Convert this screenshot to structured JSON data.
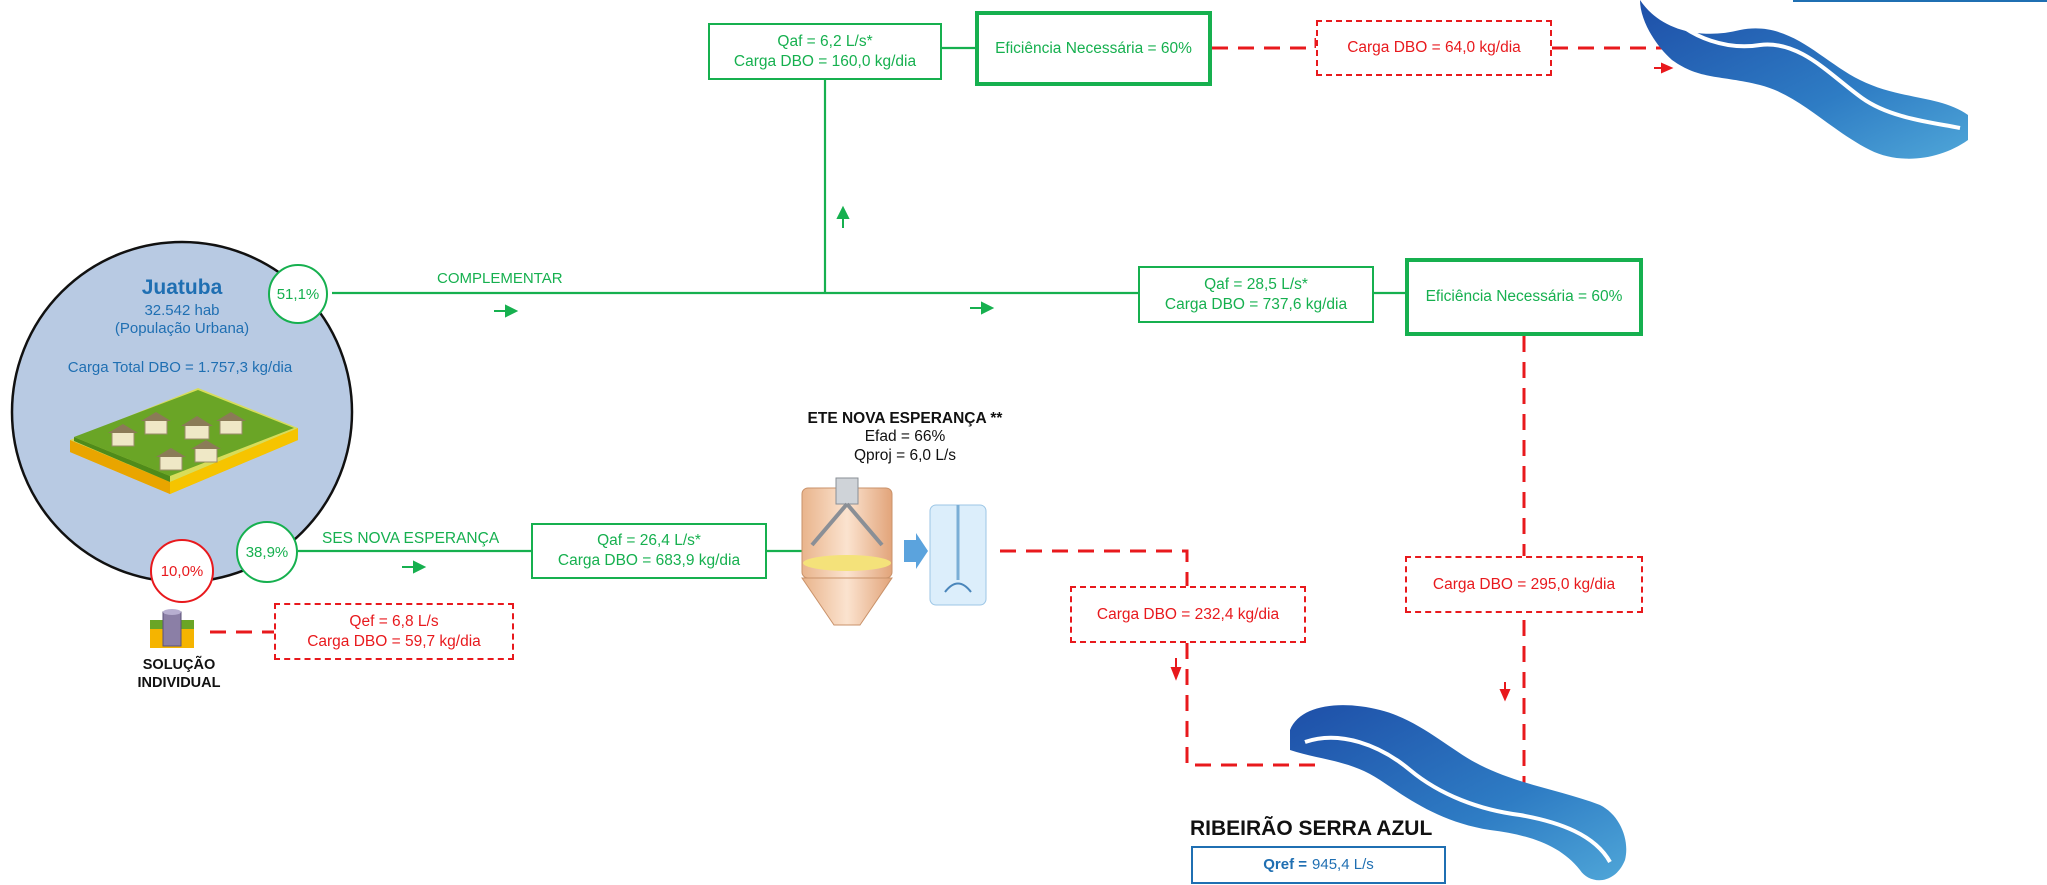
{
  "city": {
    "name": "Juatuba",
    "population": "32.542 hab",
    "population_note": "(População Urbana)",
    "total_load": "Carga Total DBO = 1.757,3 kg/dia"
  },
  "shares": {
    "complementar": "51,1%",
    "ses": "38,9%",
    "individual": "10,0%"
  },
  "labels": {
    "complementar": "COMPLEMENTAR",
    "ses": "SES NOVA ESPERANÇA",
    "individual_line1": "SOLUÇÃO",
    "individual_line2": "INDIVIDUAL"
  },
  "boxes": {
    "top_flow_l1": "Qaf = 6,2 L/s*",
    "top_flow_l2": "Carga DBO = 160,0 kg/dia",
    "top_eff": "Eficiência Necessária  = 60%",
    "top_out": "Carga DBO = 64,0 kg/dia",
    "mid_flow_l1": "Qaf = 28,5 L/s*",
    "mid_flow_l2": "Carga DBO = 737,6 kg/dia",
    "mid_eff": "Eficiência Necessária  = 60%",
    "mid_out": "Carga DBO = 295,0 kg/dia",
    "ses_flow_l1": "Qaf = 26,4 L/s*",
    "ses_flow_l2": "Carga DBO = 683,9 kg/dia",
    "ete_out": "Carga DBO = 232,4 kg/dia",
    "ind_l1": "Qef = 6,8 L/s",
    "ind_l2": "Carga DBO = 59,7 kg/dia"
  },
  "ete": {
    "title": "ETE NOVA ESPERANÇA **",
    "efad": "Efad = 66%",
    "qproj": "Qproj = 6,0 L/s"
  },
  "river": {
    "name": "RIBEIRÃO SERRA AZUL",
    "qref_label": "Qref =",
    "qref_value": "945,4 L/s"
  },
  "colors": {
    "green": "#16b04f",
    "red": "#e8191d",
    "blue": "#1f6fb2",
    "city_fill": "#b8cae3"
  }
}
